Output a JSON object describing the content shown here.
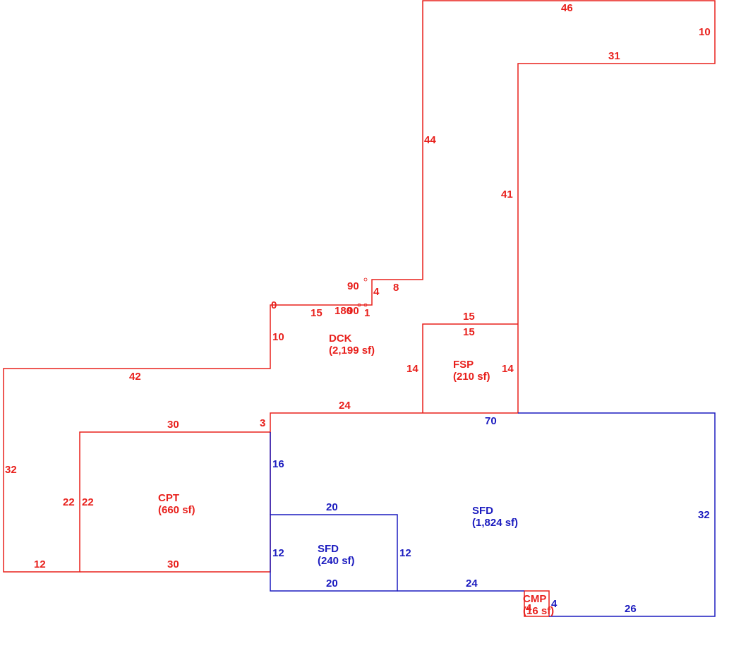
{
  "colors": {
    "red": "#e8201c",
    "blue": "#1b1bbf"
  },
  "areas": {
    "dck": {
      "code": "DCK",
      "area": "(2,199 sf)"
    },
    "fsp": {
      "code": "FSP",
      "area": "(210 sf)"
    },
    "cpt": {
      "code": "CPT",
      "area": "(660 sf)"
    },
    "sfd_main": {
      "code": "SFD",
      "area": "(1,824 sf)"
    },
    "sfd_small": {
      "code": "SFD",
      "area": "(240 sf)"
    },
    "cmp": {
      "code": "CMP",
      "area": "(16 sf)"
    }
  },
  "dimensions": {
    "dck_top": "46",
    "dck_right": "10",
    "dck_inner_top": "31",
    "dck_left_upper": "44",
    "dck_inner_vertical": "41",
    "angle_90_upper": "90",
    "step_4": "4",
    "step_8": "8",
    "angle_0": "0",
    "dck_15": "15",
    "angle_180": "180",
    "angle_90_lower": "90",
    "step_1": "1",
    "dck_10": "10",
    "dck_42": "42",
    "dck_32": "32",
    "dck_12": "12",
    "dck_24": "24",
    "dck_3": "3",
    "fsp_top_outer": "15",
    "fsp_top_inner": "15",
    "fsp_left": "14",
    "fsp_right": "14",
    "cpt_top": "30",
    "cpt_left_outer": "22",
    "cpt_left_inner": "22",
    "cpt_bottom": "30",
    "sfd_top": "70",
    "sfd_left": "16",
    "sfd_right": "32",
    "sfd_bottom_24": "24",
    "sfd_bottom_26": "26",
    "sfd_small_top": "20",
    "sfd_small_left": "12",
    "sfd_small_right": "12",
    "sfd_small_bottom": "20",
    "cmp_left": "4",
    "cmp_right": "4"
  }
}
